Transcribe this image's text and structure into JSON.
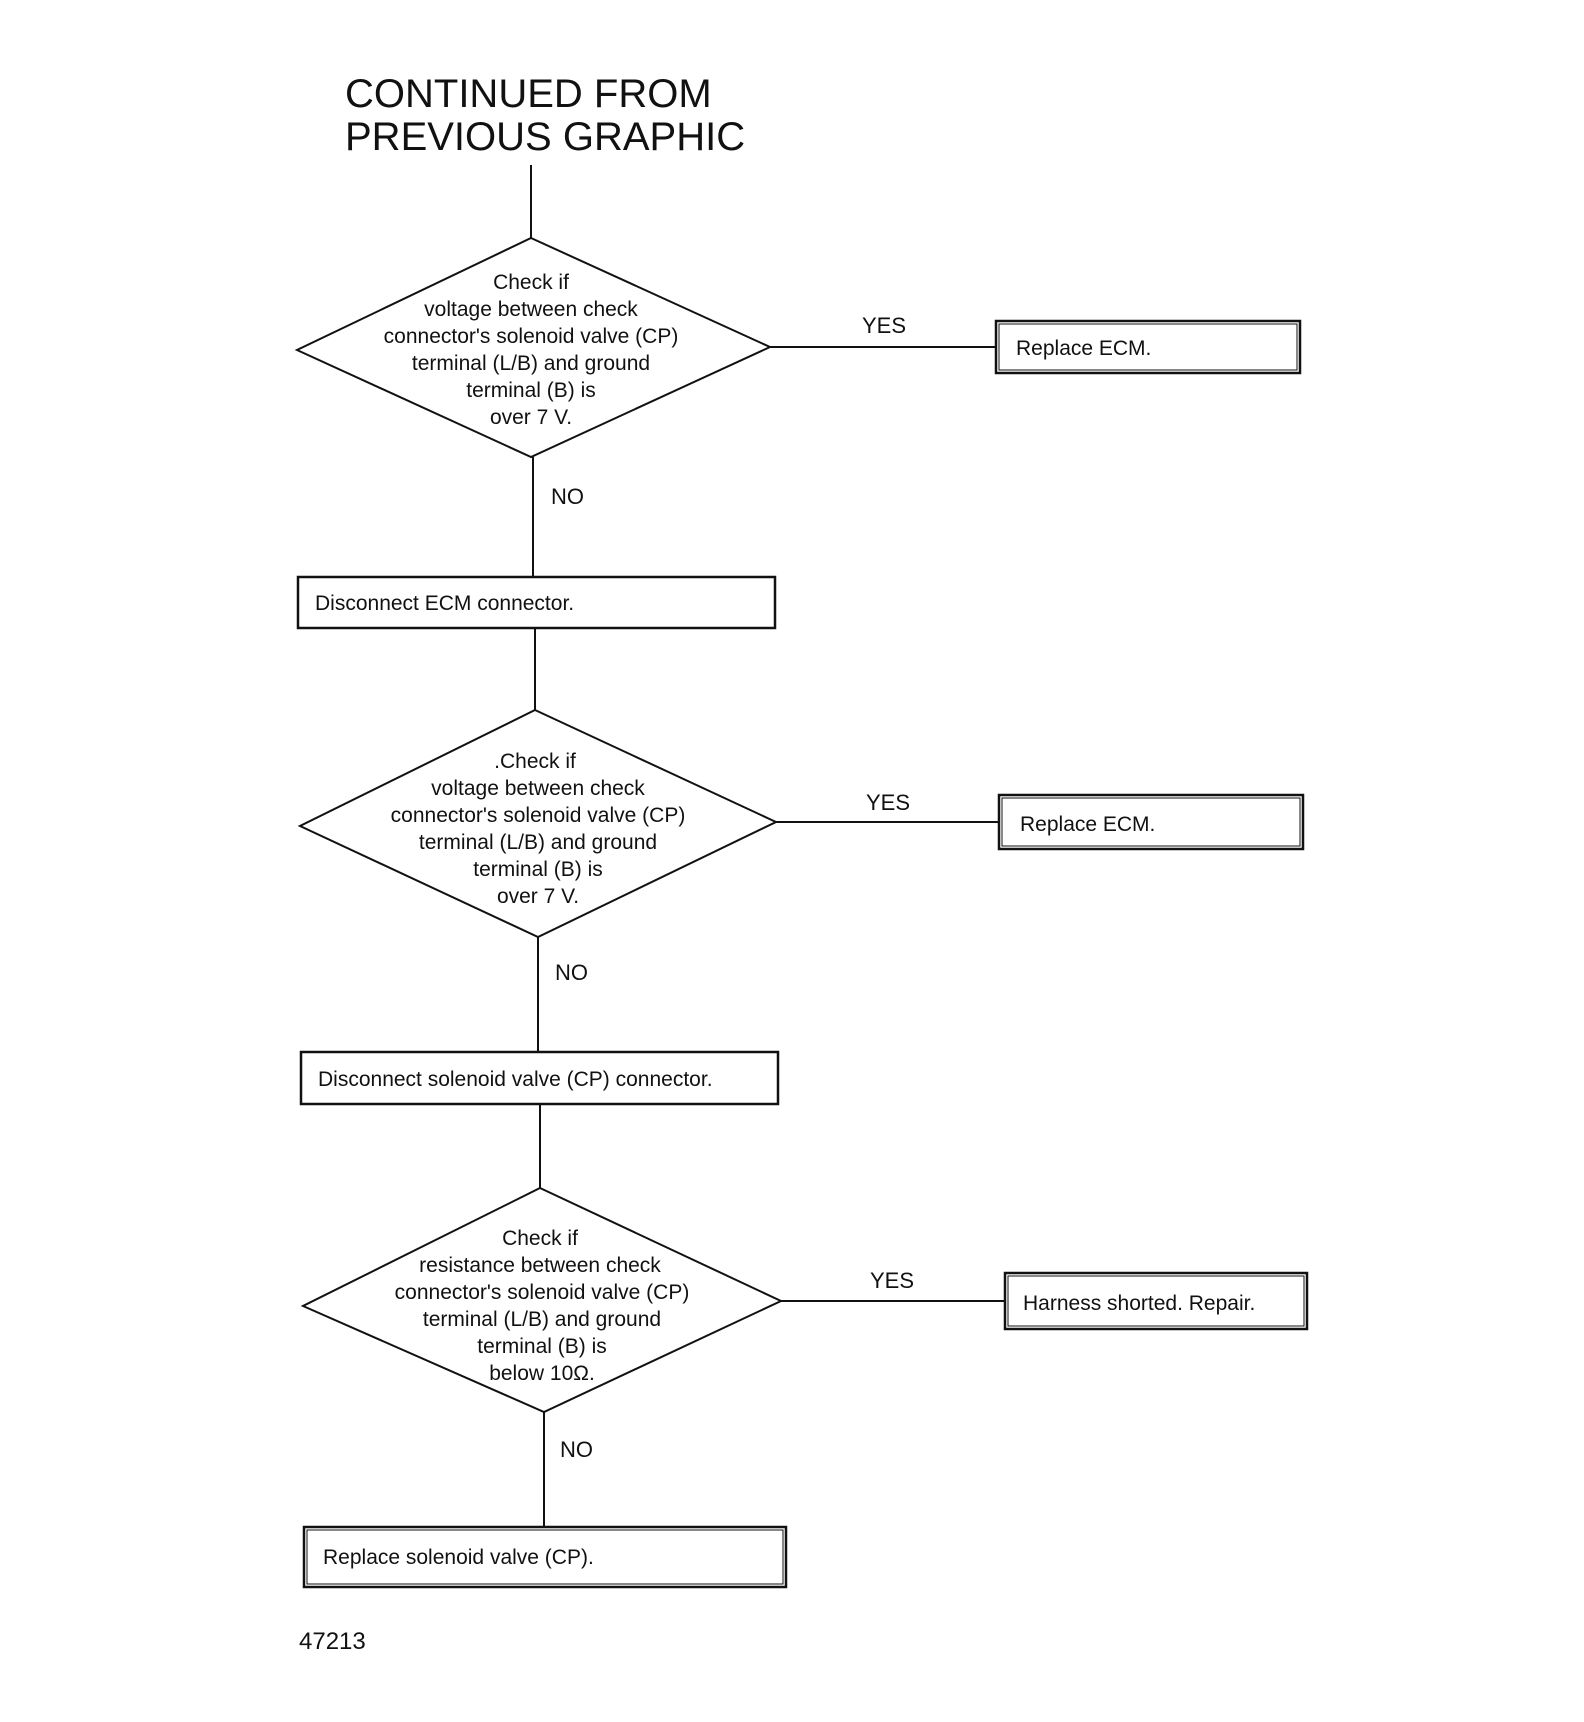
{
  "title": {
    "line1": "CONTINUED FROM",
    "line2": "PREVIOUS GRAPHIC"
  },
  "decisions": [
    {
      "lines": [
        "Check if",
        "voltage between check",
        "connector's solenoid valve (CP)",
        "terminal (L/B) and ground",
        "terminal (B) is",
        "over 7 V."
      ],
      "yes_label": "YES",
      "no_label": "NO",
      "yes_action": "Replace ECM."
    },
    {
      "lines": [
        ".Check if",
        "voltage between check",
        "connector's solenoid valve (CP)",
        "terminal (L/B) and ground",
        "terminal (B) is",
        "over 7 V."
      ],
      "yes_label": "YES",
      "no_label": "NO",
      "yes_action": "Replace ECM."
    },
    {
      "lines": [
        "Check if",
        "resistance between check",
        "connector's solenoid valve (CP)",
        "terminal (L/B) and ground",
        "terminal (B) is",
        "below 10Ω."
      ],
      "yes_label": "YES",
      "no_label": "NO",
      "yes_action": "Harness shorted.  Repair."
    }
  ],
  "steps": [
    "Disconnect ECM connector.",
    "Disconnect solenoid valve (CP) connector.",
    "Replace solenoid valve (CP)."
  ],
  "figure_id": "47213"
}
